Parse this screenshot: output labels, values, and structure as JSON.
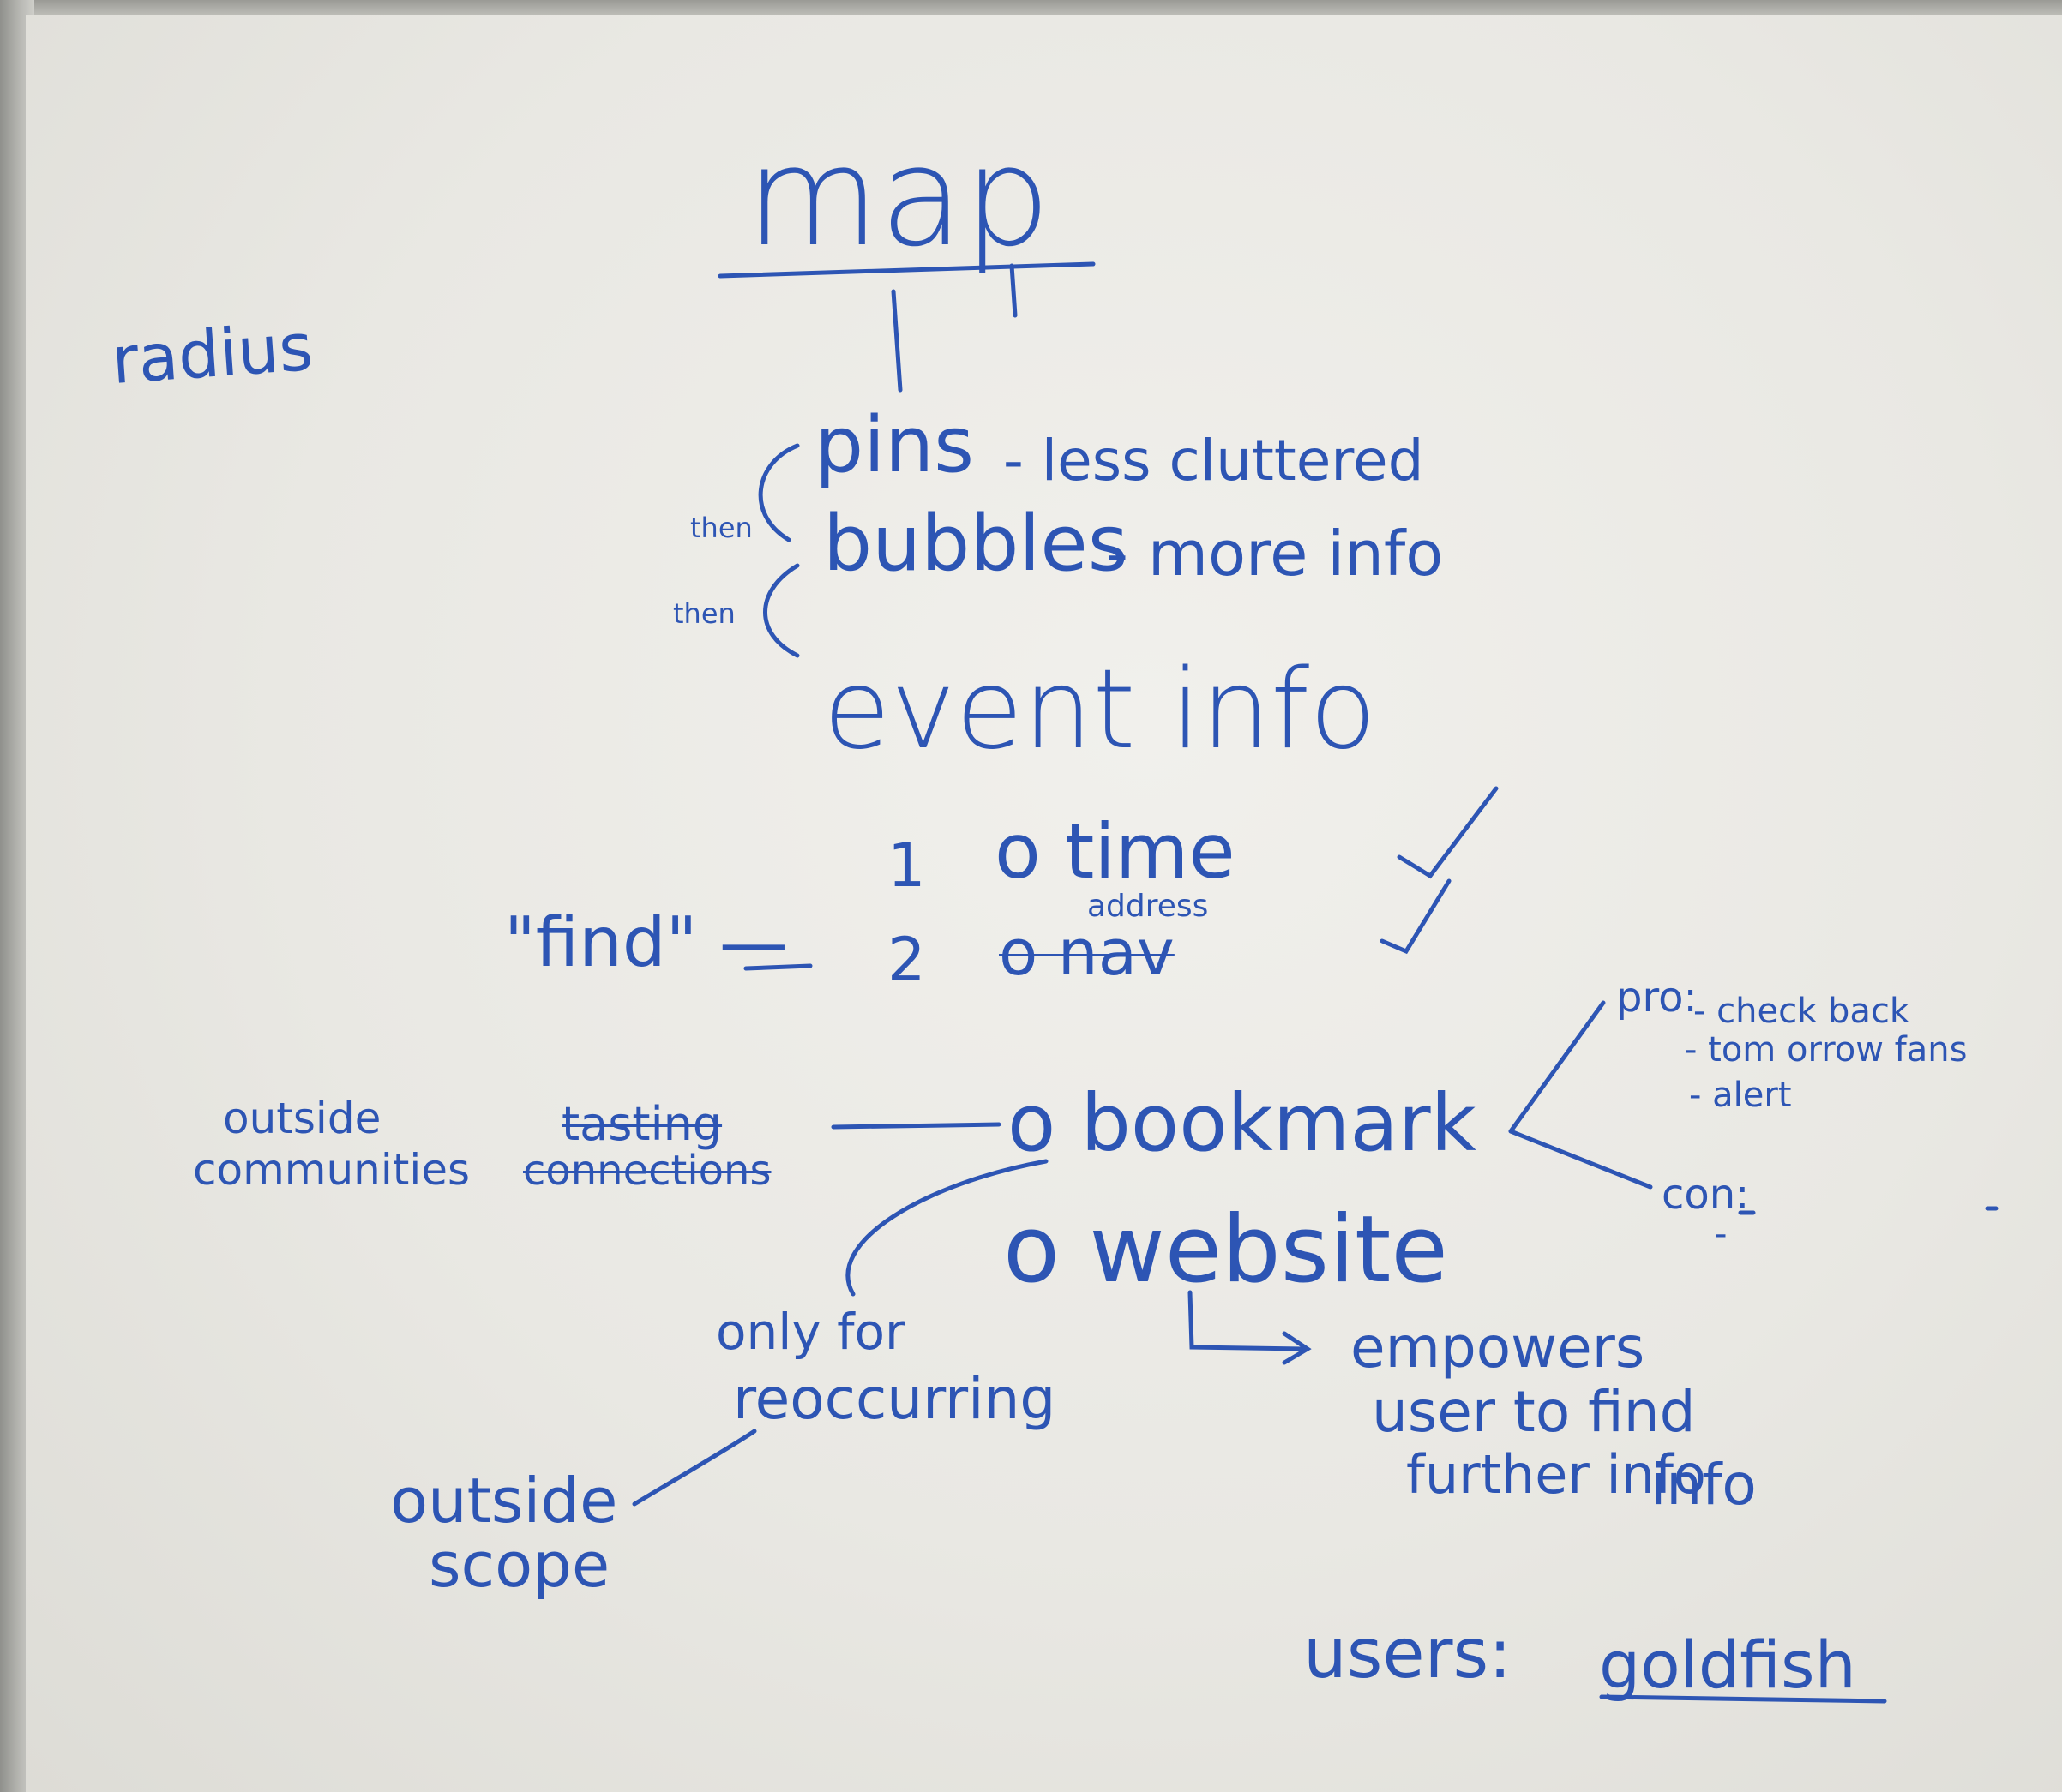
{
  "whiteboard": {
    "title": "map",
    "radius": "radius",
    "pins": "pins",
    "pins_note": "- less cluttered",
    "then_1": "then",
    "bubbles": "bubbles",
    "bubbles_note": "- more info",
    "then_2": "then",
    "event_info": "event info",
    "num_1": "1",
    "time": "o time",
    "find": "\"find\" —",
    "num_2": "2",
    "nav_struck": "o nav",
    "address": "address",
    "bookmark": "o bookmark",
    "website": "o website",
    "outside": "outside",
    "communities": "communities",
    "tasting_struck": "tasting",
    "connections_struck": "connections",
    "pro_label": "pro:",
    "pro_1": "- check back",
    "pro_2": "- tom orrow fans",
    "pro_3": "- alert",
    "con_label": "con:",
    "con_1": "-",
    "only_for": "only for",
    "reoccurring": "reoccurring",
    "outside_scope": "outside",
    "scope": "scope",
    "empowers_1": "empowers",
    "empowers_2": "user to find",
    "empowers_3": "further info",
    "info": "info",
    "users_label": "users:",
    "users_value": "goldfish"
  }
}
